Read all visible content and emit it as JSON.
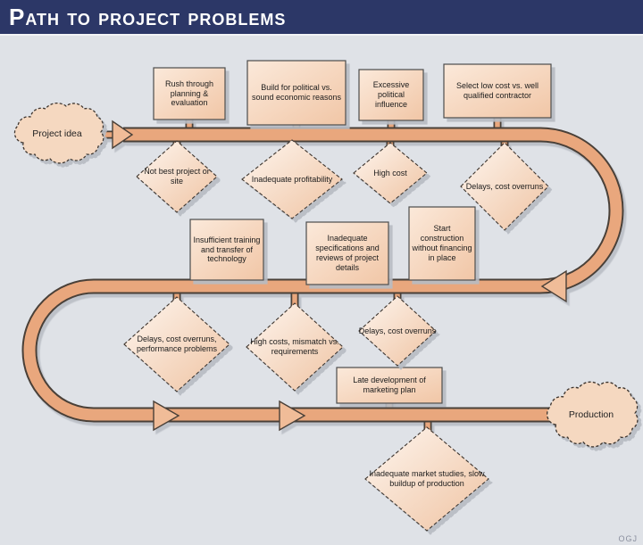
{
  "title": "Path to Project Problems",
  "credit": "OGJ",
  "clouds": {
    "start": "Project idea",
    "end": "Production"
  },
  "stage1": {
    "causes": [
      "Rush through planning & evaluation",
      "Build for political vs. sound economic reasons",
      "Excessive political influence",
      "Select low cost vs. well qualified contractor"
    ],
    "effects": [
      "Not best project or site",
      "Inadequate profitability",
      "High cost",
      "Delays, cost overruns"
    ]
  },
  "stage2": {
    "causes": [
      "Insufficient training and transfer of technology",
      "Inadequate specifications and reviews of project details",
      "Start construction without financing in place"
    ],
    "effects": [
      "Delays, cost overruns, performance problems",
      "High costs, mismatch vs. requirements",
      "Delays, cost overruns"
    ]
  },
  "stage3": {
    "causes": [
      "Late development of marketing plan"
    ],
    "effects": [
      "Inadequate market studies, slow buildup of production"
    ]
  },
  "colors": {
    "banner": "#2c3767",
    "background": "#dfe2e7",
    "road": "#e9a77d",
    "road_outline": "#4a3f37",
    "shape_fill": "#f5d8c0",
    "shadow": "#b7bbc3"
  }
}
